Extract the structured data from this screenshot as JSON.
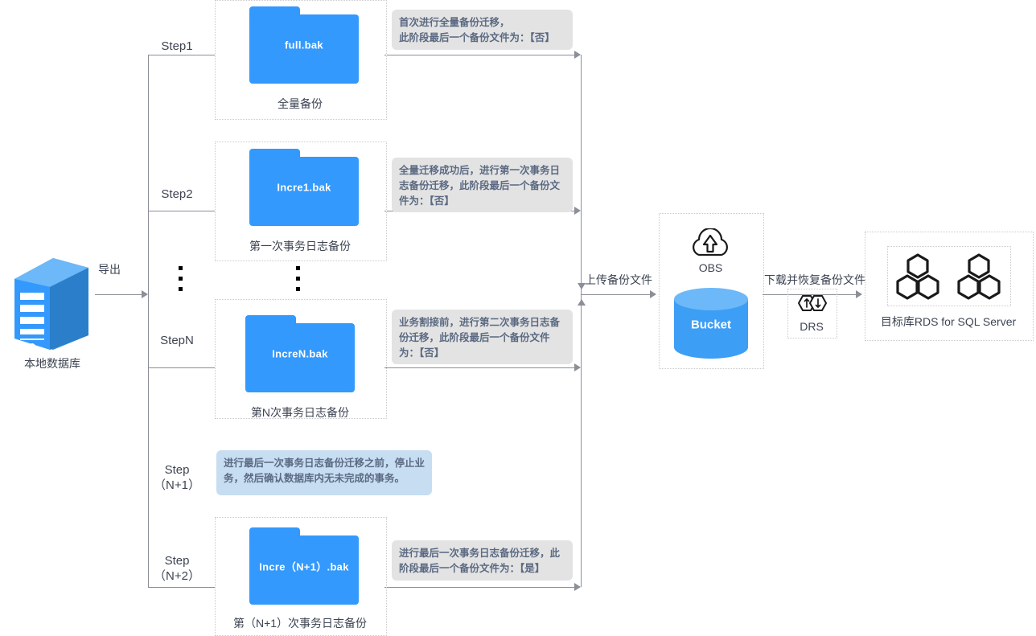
{
  "source": {
    "caption": "本地数据库",
    "icon": "database-server-icon"
  },
  "edges": {
    "export": "导出",
    "upload": "上传备份文件",
    "download": "下载并恢复备份文件"
  },
  "steps": [
    {
      "label": "Step1",
      "folder": "full.bak",
      "caption": "全量备份",
      "callout": "首次进行全量备份迁移，\n此阶段最后一个备份文件为：【否】",
      "callout_style": "gray"
    },
    {
      "label": "Step2",
      "folder": "Incre1.bak",
      "caption": "第一次事务日志备份",
      "callout": "全量迁移成功后，进行第一次事务日志备份迁移，此阶段最后一个备份文件为：【否】",
      "callout_style": "gray"
    },
    {
      "label": "StepN",
      "folder": "IncreN.bak",
      "caption": "第N次事务日志备份",
      "callout": "业务割接前，进行第二次事务日志备份迁移，此阶段最后一个备份文件为：【否】",
      "callout_style": "gray"
    },
    {
      "label": "Step\n（N+1）",
      "folder": "",
      "caption": "",
      "callout": "进行最后一次事务日志备份迁移之前，停止业务，然后确认数据库内无未完成的事务。",
      "callout_style": "blue"
    },
    {
      "label": "Step\n（N+2）",
      "folder": "Incre（N+1）.bak",
      "caption": "第（N+1）次事务日志备份",
      "callout": "进行最后一次事务日志备份迁移，此阶段最后一个备份文件为：【是】",
      "callout_style": "gray"
    }
  ],
  "obs": {
    "title": "OBS",
    "bucket": "Bucket",
    "cloud_icon": "cloud-upload-icon"
  },
  "drs": {
    "title": "DRS",
    "icon": "drs-sync-icon"
  },
  "target": {
    "caption": "目标库RDS for SQL Server",
    "icon": "rds-hexagon-icon"
  },
  "colors": {
    "folder_blue": "#3399fc",
    "bucket_blue": "#3d9ef5",
    "bucket_top": "#6cb8f8",
    "callout_gray": "#e3e3e3",
    "callout_blue": "#c7ddf2",
    "line_gray": "#8a8f98"
  }
}
